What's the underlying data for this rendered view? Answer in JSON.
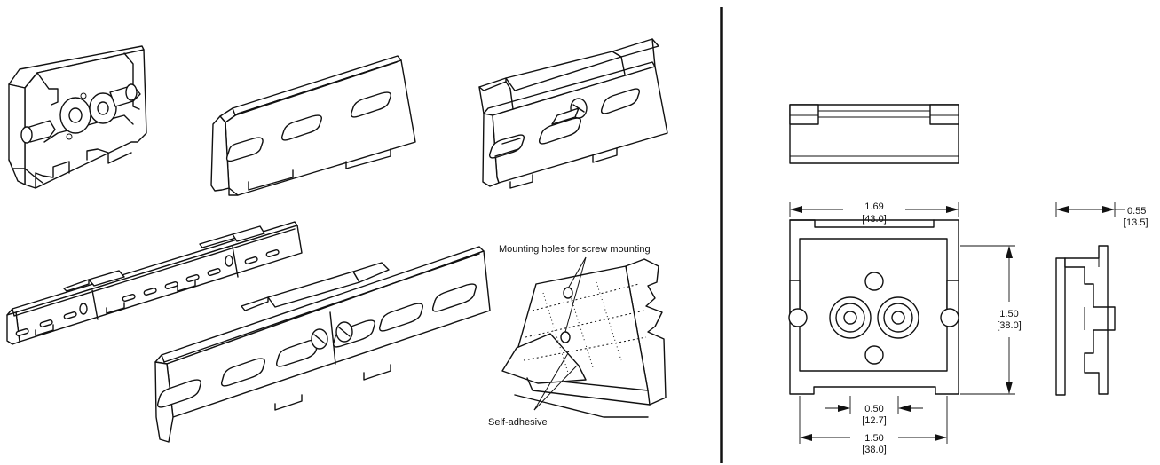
{
  "callouts": {
    "mounting_holes": "Mounting holes for screw mounting",
    "self_adhesive": "Self-adhesive"
  },
  "dimensions": {
    "width_in": "1.69",
    "width_mm": "[43.0]",
    "depth_in": "0.55",
    "depth_mm": "[13.5]",
    "height_in": "1.50",
    "height_mm": "[38.0]",
    "hole_spacing_in": "0.50",
    "hole_spacing_mm": "[12.7]",
    "base_width_in": "1.50",
    "base_width_mm": "[38.0]"
  }
}
